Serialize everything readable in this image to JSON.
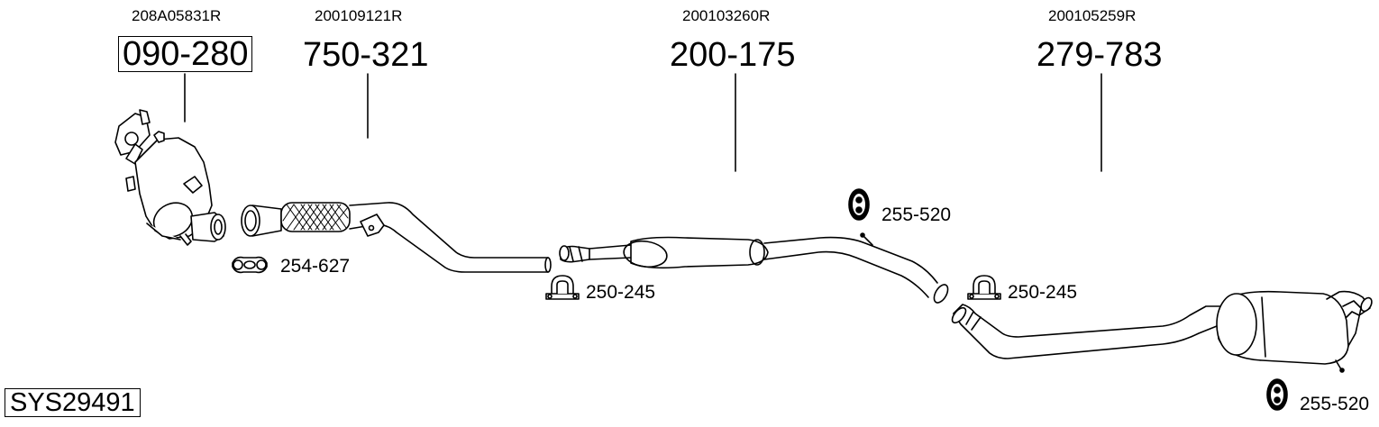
{
  "system_code": "SYS29491",
  "components": [
    {
      "oem": "208A05831R",
      "part": "090-280",
      "boxed": true
    },
    {
      "oem": "200109121R",
      "part": "750-321",
      "boxed": false
    },
    {
      "oem": "200103260R",
      "part": "200-175",
      "boxed": false
    },
    {
      "oem": "200105259R",
      "part": "279-783",
      "boxed": false
    }
  ],
  "accessories": [
    {
      "part": "254-627",
      "kind": "clamp"
    },
    {
      "part": "250-245",
      "kind": "u-clamp"
    },
    {
      "part": "250-245",
      "kind": "u-clamp"
    },
    {
      "part": "255-520",
      "kind": "rubber-hanger"
    },
    {
      "part": "255-520",
      "kind": "rubber-hanger"
    }
  ]
}
